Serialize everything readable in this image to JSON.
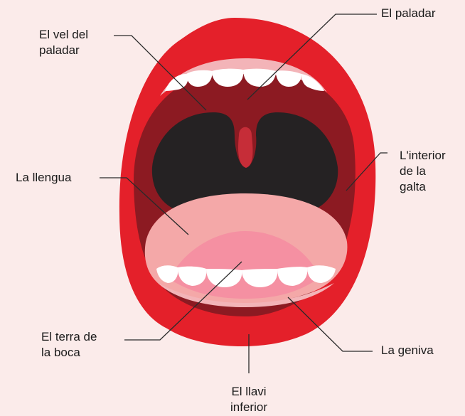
{
  "labels": {
    "soft_palate": "El vel del\npaladar",
    "palate": "El paladar",
    "tongue": "La llengua",
    "inner_cheek": "L'interior\nde la\ngalta",
    "floor_of_mouth": "El terra de\nla boca",
    "gum": "La geniva",
    "lower_lip": "El llavi\ninferior"
  },
  "colors": {
    "background": "#fbebea",
    "lips": "#e4202a",
    "mouth_interior": "#8c1a22",
    "throat": "#252223",
    "tongue": "#f4a8a8",
    "tongue_center": "#f590a2",
    "gums": "#f3b4b8",
    "teeth": "#ffffff",
    "leader_lines": "#2a2a2a"
  }
}
